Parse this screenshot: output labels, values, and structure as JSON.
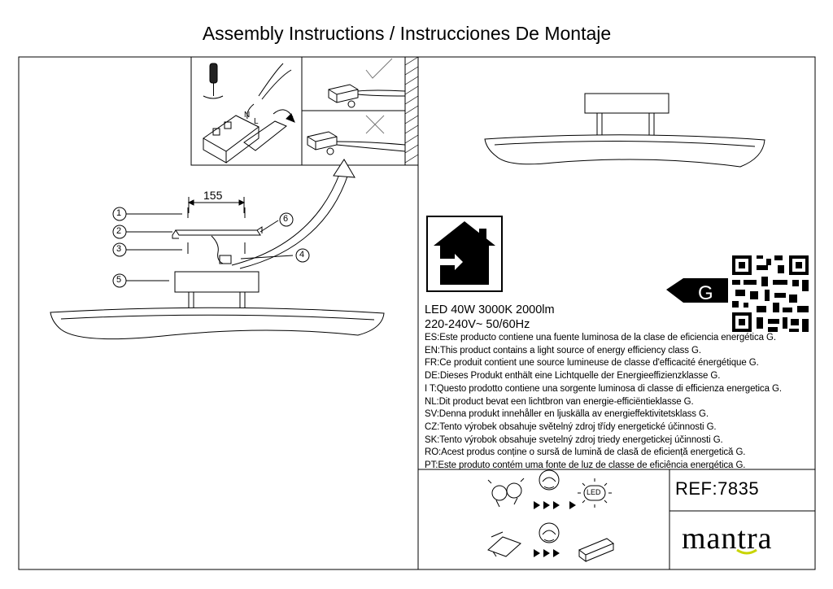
{
  "document": {
    "title": "Assembly Instructions / Instrucciones De Montaje",
    "dimension_label": "155",
    "callouts": [
      "1",
      "2",
      "3",
      "4",
      "5",
      "6"
    ],
    "wire_labels": [
      "N",
      "L"
    ]
  },
  "energy": {
    "class": "G",
    "spec_line1": "LED 40W 3000K 2000lm",
    "spec_line2": "220-240V~ 50/60Hz",
    "statements": [
      "ES:Este producto contiene una fuente luminosa de la clase de eficiencia energética G.",
      "EN:This product contains a light source of energy efficiency class G.",
      "FR:Ce produit contient une source lumineuse de classe d'efficacité énergétique G.",
      "DE:Dieses Produkt enthält eine Lichtquelle der Energieeffizienzklasse G.",
      "I T:Questo prodotto contiene una sorgente luminosa di classe di efficienza energetica G.",
      "NL:Dit product bevat een lichtbron van energie-efficiëntieklasse G.",
      "SV:Denna produkt innehåller en ljuskälla av energieffektivitetsklass G.",
      "CZ:Tento výrobek obsahuje světelný zdroj třídy energetické účinnosti G.",
      "SK:Tento výrobok obsahuje svetelný zdroj triedy energetickej účinnosti G.",
      "RO:Acest produs conține o sursă de lumină de clasă de eficiență energetică G.",
      "PT:Este produto contém uma fonte de luz de classe de eficiência energética G."
    ]
  },
  "icons": {
    "led_label": "LED"
  },
  "footer": {
    "ref": "REF:7835",
    "brand": "mantra"
  },
  "icon_names": [
    "screwdriver-icon",
    "terminal-block-icon",
    "correct-check-icon",
    "incorrect-cross-icon",
    "indoor-use-house-icon",
    "qr-code-icon",
    "energy-class-arrow-icon",
    "bulb-icon",
    "technician-icon",
    "led-icon",
    "driver-icon"
  ]
}
